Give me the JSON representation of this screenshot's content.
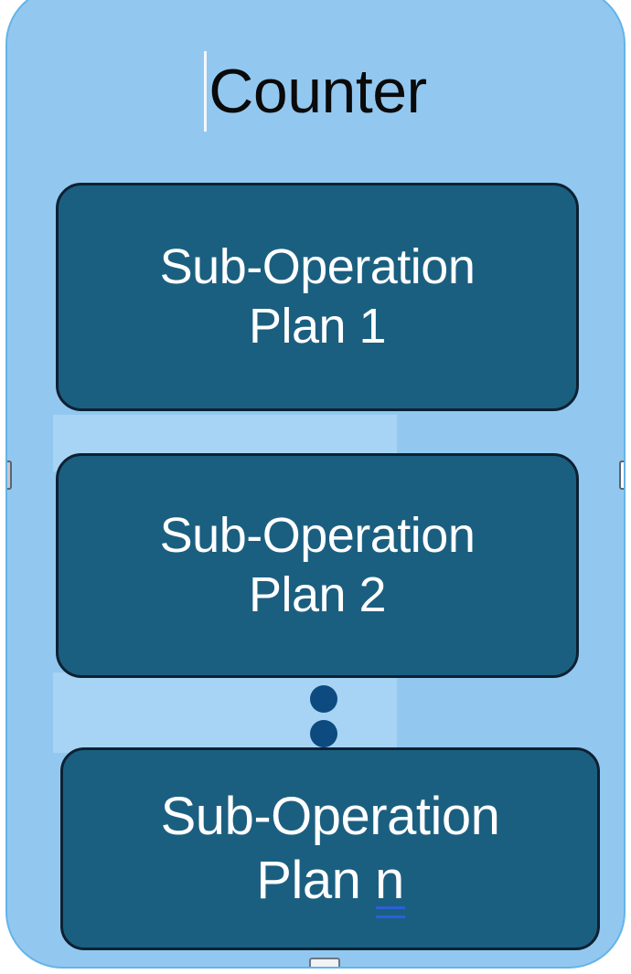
{
  "node": {
    "title": "Counter",
    "title_color": "#0a0a0a",
    "container_fill": "#92c8f0",
    "container_border": "#64b4ea",
    "selection_band_fill": "#a7d4f4",
    "text_caret_visible": true
  },
  "children": [
    {
      "id": "plan-1",
      "line1": "Sub-Operation",
      "line2": "Plan 1",
      "fill": "#1b5f80",
      "border": "#0d2133",
      "text_color": "#ffffff"
    },
    {
      "id": "plan-2",
      "line1": "Sub-Operation",
      "line2": "Plan 2",
      "fill": "#1b5f80",
      "border": "#0d2133",
      "text_color": "#ffffff"
    },
    {
      "id": "plan-n",
      "line1": "Sub-Operation",
      "line2_prefix": "Plan ",
      "line2_variable": "n",
      "fill": "#1b5f80",
      "border": "#0d2133",
      "text_color": "#ffffff",
      "spellcheck_underline_color": "#2b5fd9"
    }
  ],
  "ellipsis": {
    "label": "vertical-ellipsis",
    "dot_count": 2,
    "dot_color": "#0d4a80"
  },
  "handles": {
    "left_fill": "#c2c7cd",
    "right_fill": "#ffffff",
    "border": "#5d646d"
  },
  "clipped_widgets": {
    "top_left_chip_color": "#b4823f",
    "top_center_chip_color": "#c9ccd2",
    "bottom_center_chip_color": "#f1f2f4"
  }
}
